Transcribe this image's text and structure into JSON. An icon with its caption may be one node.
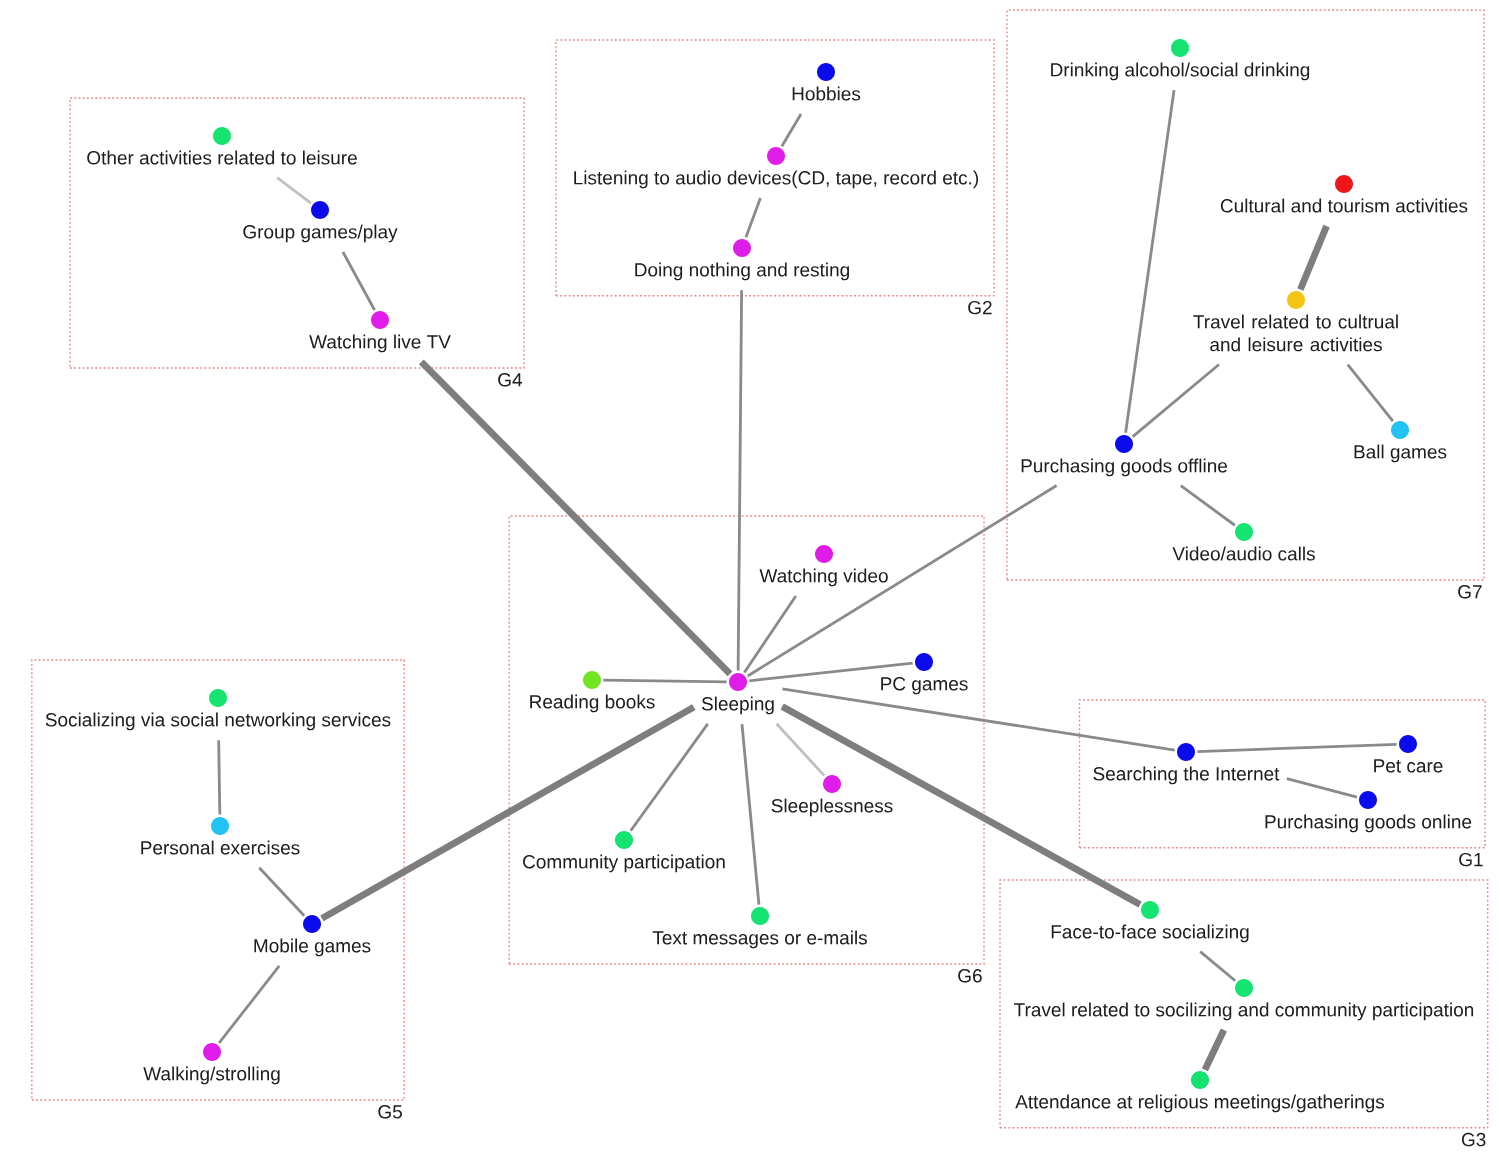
{
  "diagram": {
    "nodes": [
      {
        "text": [
          "G4"
        ]
      },
      {
        "text": [
          "Other activities related to leisure"
        ],
        "in": 0
      },
      {
        "text": [
          "Group games/play"
        ],
        "in": 0
      },
      {
        "text": [
          "Watching live TV"
        ],
        "in": 0
      },
      {
        "text": [
          "G2"
        ]
      },
      {
        "text": [
          "Hobbies"
        ],
        "in": 4
      },
      {
        "text": [
          "Listening to audio devices(CD, tape, record etc.)"
        ],
        "in": 4
      },
      {
        "text": [
          "Doing nothing and resting"
        ],
        "in": 4
      },
      {
        "text": [
          "G7"
        ]
      },
      {
        "text": [
          "Drinking alcohol/social drinking"
        ],
        "in": 8
      },
      {
        "text": [
          "Cultural and tourism activities"
        ],
        "in": 8
      },
      {
        "text": [
          "Travel related to cultrual and leisure activities"
        ],
        "in": 8
      },
      {
        "text": [
          "Ball games"
        ],
        "in": 8
      },
      {
        "text": [
          "Purchasing goods offline"
        ],
        "in": 8
      },
      {
        "text": [
          "Video/audio calls"
        ],
        "in": 8
      },
      {
        "text": [
          "G6"
        ]
      },
      {
        "text": [
          "Watching video"
        ],
        "in": 15
      },
      {
        "text": [
          "Reading books"
        ],
        "in": 15
      },
      {
        "text": [
          "PC games"
        ],
        "in": 15
      },
      {
        "text": [
          "Sleeping"
        ],
        "in": 15
      },
      {
        "text": [
          "Sleeplessness"
        ],
        "in": 15
      },
      {
        "text": [
          "Community participation"
        ],
        "in": 15
      },
      {
        "text": [
          "Text messages or e-mails"
        ],
        "in": 15
      },
      {
        "text": [
          "G5"
        ]
      },
      {
        "text": [
          "Socializing via social networking services"
        ],
        "in": 23
      },
      {
        "text": [
          "Personal exercises"
        ],
        "in": 23
      },
      {
        "text": [
          "Mobile games"
        ],
        "in": 23
      },
      {
        "text": [
          "Walking/strolling"
        ],
        "in": 23
      },
      {
        "text": [
          "G1"
        ]
      },
      {
        "text": [
          "Searching the Internet"
        ],
        "in": 28
      },
      {
        "text": [
          "Pet care"
        ],
        "in": 28
      },
      {
        "text": [
          "Purchasing goods online"
        ],
        "in": 28
      },
      {
        "text": [
          "G3"
        ]
      },
      {
        "text": [
          "Face-to-face socializing"
        ],
        "in": 32
      },
      {
        "text": [
          "Travel related to socilizing and community participation"
        ],
        "in": 32
      },
      {
        "text": [
          "Attendance at religious meetings/gatherings"
        ],
        "in": 32
      }
    ],
    "edges": [
      {
        "from": 1,
        "to": 2,
        "arrow": "none",
        "color": "#c0c0c0"
      },
      {
        "from": 2,
        "to": 3,
        "arrow": "none"
      },
      {
        "from": 5,
        "to": 6,
        "arrow": "none"
      },
      {
        "from": 6,
        "to": 7,
        "arrow": "none"
      },
      {
        "from": 13,
        "to": 9,
        "arrow": "none"
      },
      {
        "from": 11,
        "to": 10,
        "arrow": "none",
        "style": "thick"
      },
      {
        "from": 13,
        "to": 11,
        "arrow": "none"
      },
      {
        "from": 11,
        "to": 12,
        "arrow": "none"
      },
      {
        "from": 13,
        "to": 14,
        "arrow": "none"
      },
      {
        "from": 19,
        "to": 3,
        "arrow": "none",
        "style": "thick"
      },
      {
        "from": 19,
        "to": 7,
        "arrow": "none"
      },
      {
        "from": 19,
        "to": 13,
        "arrow": "none"
      },
      {
        "from": 19,
        "to": 16,
        "arrow": "none"
      },
      {
        "from": 19,
        "to": 17,
        "arrow": "none"
      },
      {
        "from": 19,
        "to": 18,
        "arrow": "none"
      },
      {
        "from": 19,
        "to": 20,
        "arrow": "none",
        "color": "#c0c0c0"
      },
      {
        "from": 19,
        "to": 21,
        "arrow": "none"
      },
      {
        "from": 19,
        "to": 22,
        "arrow": "none"
      },
      {
        "from": 19,
        "to": 26,
        "arrow": "none",
        "style": "thick"
      },
      {
        "from": 19,
        "to": 29,
        "arrow": "none"
      },
      {
        "from": 19,
        "to": 33,
        "arrow": "none",
        "style": "thick"
      },
      {
        "from": 24,
        "to": 25,
        "arrow": "none"
      },
      {
        "from": 25,
        "to": 26,
        "arrow": "none"
      },
      {
        "from": 26,
        "to": 27,
        "arrow": "none"
      },
      {
        "from": 29,
        "to": 30,
        "arrow": "none"
      },
      {
        "from": 29,
        "to": 31,
        "arrow": "none"
      },
      {
        "from": 33,
        "to": 34,
        "arrow": "none"
      },
      {
        "from": 34,
        "to": 35,
        "arrow": "none",
        "style": "thick"
      }
    ]
  }
}
